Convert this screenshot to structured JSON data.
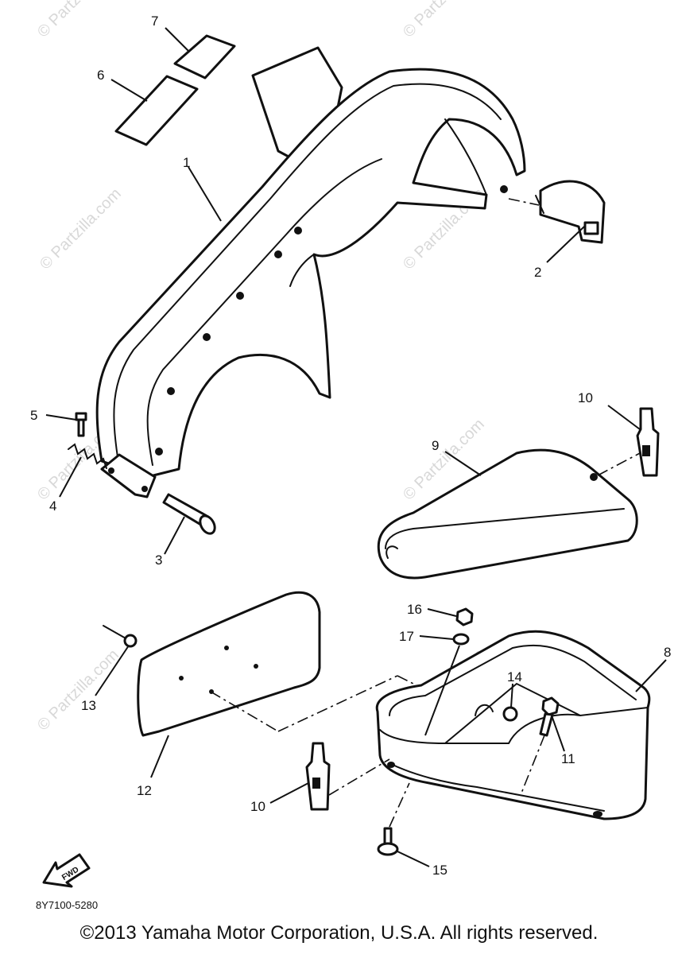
{
  "watermark": "© Partzilla.com",
  "drawing_code": "8Y7100-5280",
  "fwd_label": "FWD",
  "copyright": "©2013 Yamaha Motor Corporation, U.S.A. All rights reserved.",
  "callouts": [
    "1",
    "2",
    "3",
    "4",
    "5",
    "6",
    "7",
    "8",
    "9",
    "10",
    "10",
    "11",
    "12",
    "13",
    "14",
    "15",
    "16",
    "17"
  ],
  "colors": {
    "line": "#111111",
    "watermark": "#d8d8d8",
    "background": "#ffffff"
  }
}
